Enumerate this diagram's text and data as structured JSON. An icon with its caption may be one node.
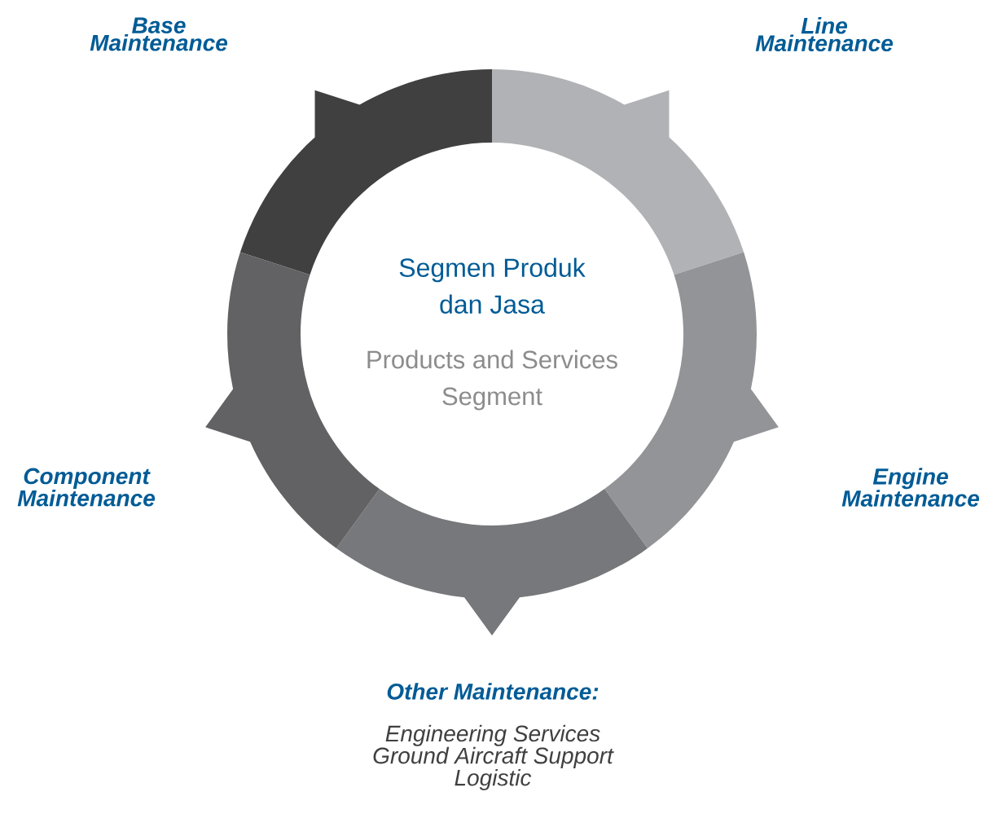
{
  "diagram": {
    "nodes": [
      {
        "text": [
          "Segmen Produk dan Jasa",
          "Products and Services Segment"
        ]
      },
      {
        "text": [
          "Base Maintenance"
        ]
      },
      {
        "text": [
          "Line Maintenance"
        ]
      },
      {
        "text": [
          "Engine Maintenance"
        ]
      },
      {
        "text": [
          "Other Maintenance:",
          "Engineering Services",
          "Ground Aircraft Support",
          "Logistic"
        ]
      },
      {
        "text": [
          "Component Maintenance"
        ]
      }
    ]
  }
}
